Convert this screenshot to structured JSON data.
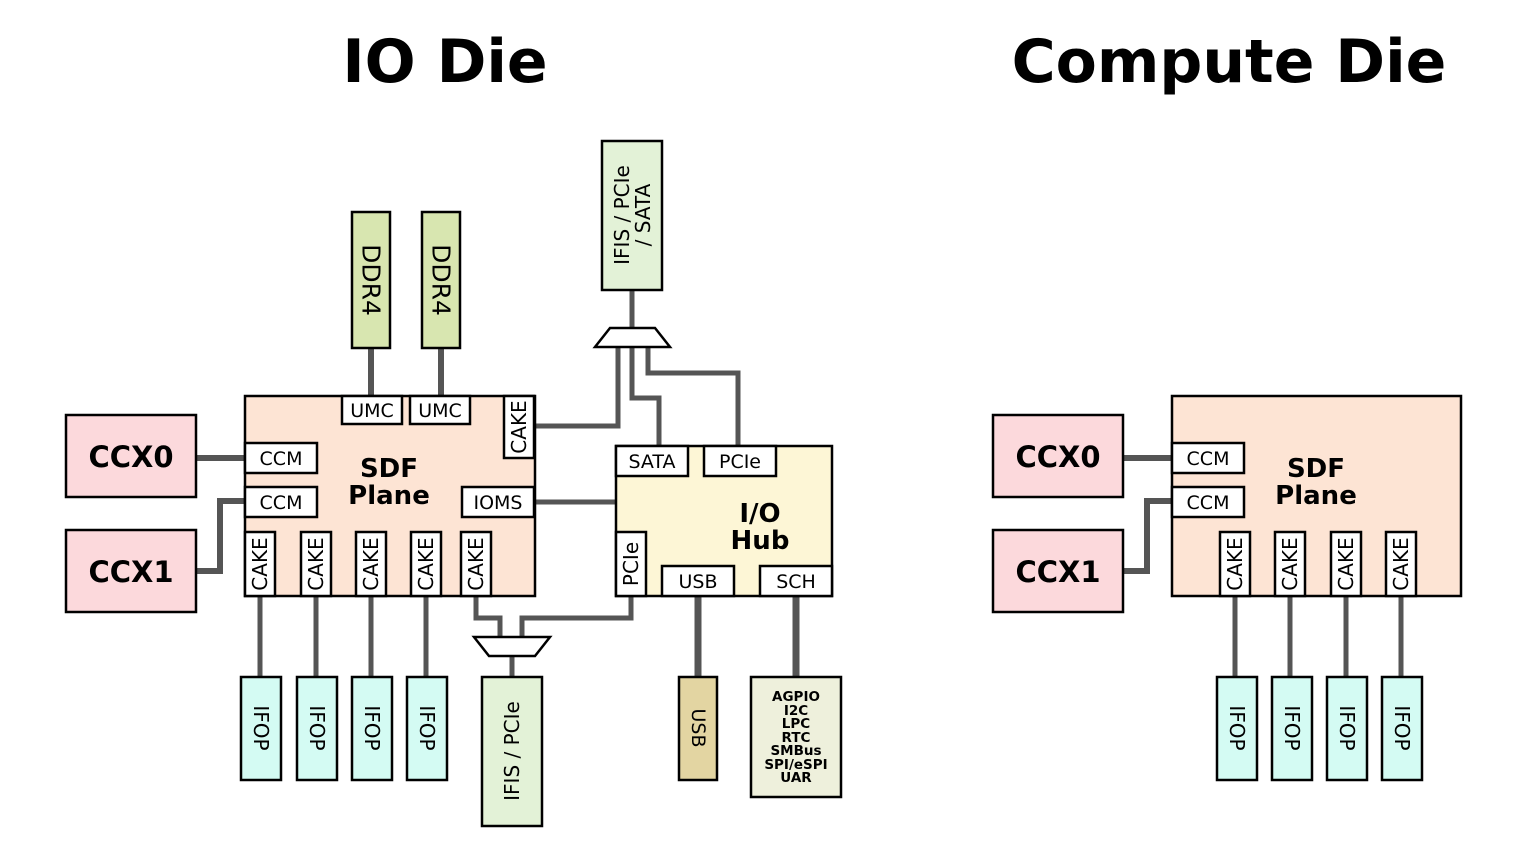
{
  "titles": {
    "io_die": "IO Die",
    "compute_die": "Compute Die"
  },
  "colors": {
    "ccx": "#fcd9dc",
    "sdf": "#fde4d4",
    "ddr": "#d8e6b0",
    "ifop": "#d4fbf3",
    "io_hub": "#fdf6d6",
    "ifis": "#e3f2d7",
    "usb": "#e3d5a2",
    "sch_out": "#eef0dc"
  },
  "io_die": {
    "ccx0": "CCX0",
    "ccx1": "CCX1",
    "sdf_plane": [
      "SDF",
      "Plane"
    ],
    "ccm": [
      "CCM",
      "CCM"
    ],
    "umc": [
      "UMC",
      "UMC"
    ],
    "ddr": [
      "DDR4",
      "DDR4"
    ],
    "cake": [
      "CAKE",
      "CAKE",
      "CAKE",
      "CAKE",
      "CAKE",
      "CAKE"
    ],
    "ioms": "IOMS",
    "ifop": [
      "IFOP",
      "IFOP",
      "IFOP",
      "IFOP"
    ],
    "ifis_pcie_sata": [
      "IFIS / PCIe",
      "/ SATA"
    ],
    "ifis_pcie": "IFIS / PCIe",
    "io_hub": {
      "title": [
        "I/O",
        "Hub"
      ],
      "sata": "SATA",
      "pcie_top": "PCIe",
      "pcie_side": "PCIe",
      "usb": "USB",
      "sch": "SCH"
    },
    "usb_port": "USB",
    "sch_items": [
      "AGPIO",
      "I2C",
      "LPC",
      "RTC",
      "SMBus",
      "SPI/eSPI",
      "UAR"
    ]
  },
  "compute_die": {
    "ccx0": "CCX0",
    "ccx1": "CCX1",
    "sdf_plane": [
      "SDF",
      "Plane"
    ],
    "ccm": [
      "CCM",
      "CCM"
    ],
    "cake": [
      "CAKE",
      "CAKE",
      "CAKE",
      "CAKE"
    ],
    "ifop": [
      "IFOP",
      "IFOP",
      "IFOP",
      "IFOP"
    ]
  }
}
